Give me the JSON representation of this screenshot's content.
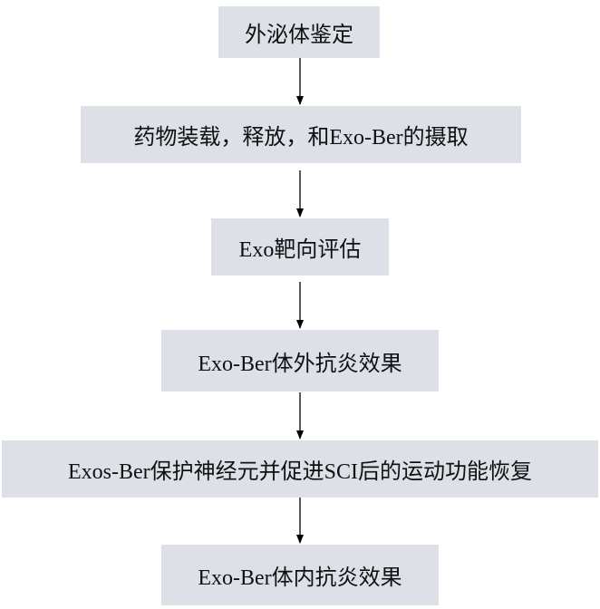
{
  "flowchart": {
    "steps": [
      {
        "label": "外泌体鉴定"
      },
      {
        "label": "药物装载，释放，和Exo-Ber的摄取"
      },
      {
        "label": "Exo靶向评估"
      },
      {
        "label": "Exo-Ber体外抗炎效果"
      },
      {
        "label": "Exos-Ber保护神经元并促进SCI后的运动功能恢复"
      },
      {
        "label": "Exo-Ber体内抗炎效果"
      }
    ],
    "colors": {
      "box_fill": "#dde0e7",
      "text": "#111111",
      "arrow": "#000000"
    }
  }
}
